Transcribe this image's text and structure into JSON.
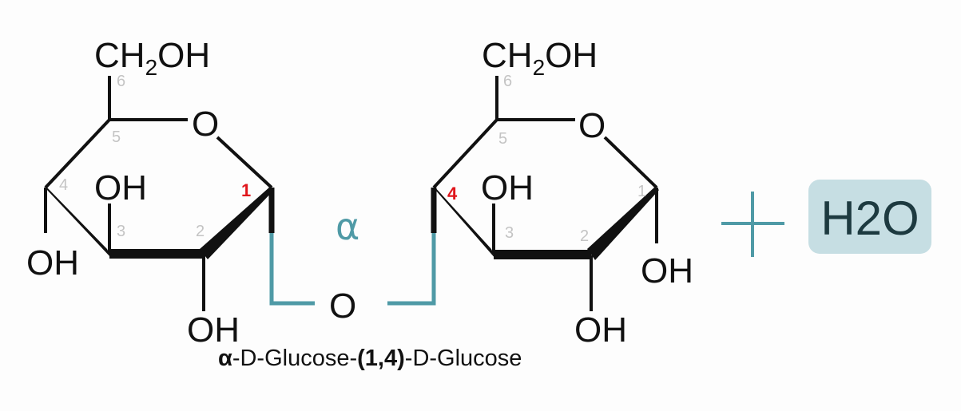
{
  "colors": {
    "bond": "#111111",
    "linkage": "#4f9aa6",
    "highlight_number": "#e0151b",
    "carbon_number": "#c4c4c4",
    "water_box": "#c6dee3"
  },
  "left_ring": {
    "ch2oh": {
      "main": "CH",
      "sub": "2",
      "end": "OH"
    },
    "ring_oxygen": "O",
    "oh_c4": "OH",
    "oh_c3": "OH",
    "oh_c2": "OH",
    "numbers": {
      "c1": "1",
      "c2": "2",
      "c3": "3",
      "c4": "4",
      "c5": "5",
      "c6": "6"
    }
  },
  "glycosidic_bond": {
    "oxygen": "O",
    "alpha": "α"
  },
  "right_ring": {
    "ch2oh": {
      "main": "CH",
      "sub": "2",
      "end": "OH"
    },
    "ring_oxygen": "O",
    "oh_c3": "OH",
    "oh_c2": "OH",
    "oh_c1": "OH",
    "numbers": {
      "c1": "1",
      "c2": "2",
      "c3": "3",
      "c4": "4",
      "c5": "5",
      "c6": "6"
    }
  },
  "plus": "+",
  "water": "H2O",
  "caption": {
    "alpha": "α",
    "part1": "-D-Glucose-",
    "linkage": "(1,4)",
    "part2": "-D-Glucose"
  }
}
